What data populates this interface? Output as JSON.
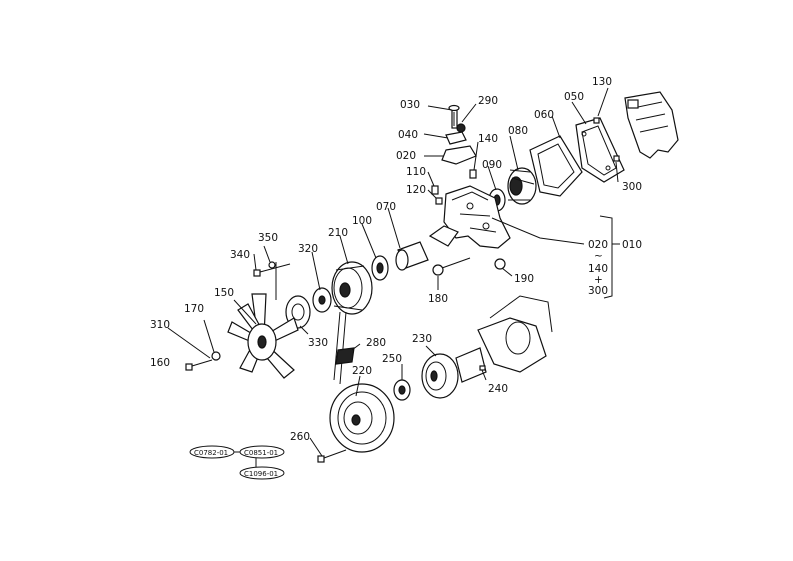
{
  "callouts": {
    "p010": "010",
    "p020": "020",
    "p020b": "020",
    "p030": "030",
    "p040": "040",
    "p050": "050",
    "p060": "060",
    "p070": "070",
    "p080": "080",
    "p090": "090",
    "p100": "100",
    "p110": "110",
    "p120": "120",
    "p130": "130",
    "p140": "140",
    "p140b": "140",
    "p150": "150",
    "p160": "160",
    "p170": "170",
    "p180": "180",
    "p190": "190",
    "p210": "210",
    "p220": "220",
    "p230": "230",
    "p240": "240",
    "p250": "250",
    "p260": "260",
    "p280": "280",
    "p290": "290",
    "p300": "300",
    "p300b": "300",
    "p310": "310",
    "p320": "320",
    "p330": "330",
    "p340": "340",
    "p350": "350"
  },
  "group_bracket": {
    "tilde": "~",
    "plus": "+"
  },
  "serial_ovals": [
    "C0782-01",
    "C0851-01",
    "C1096-01"
  ]
}
